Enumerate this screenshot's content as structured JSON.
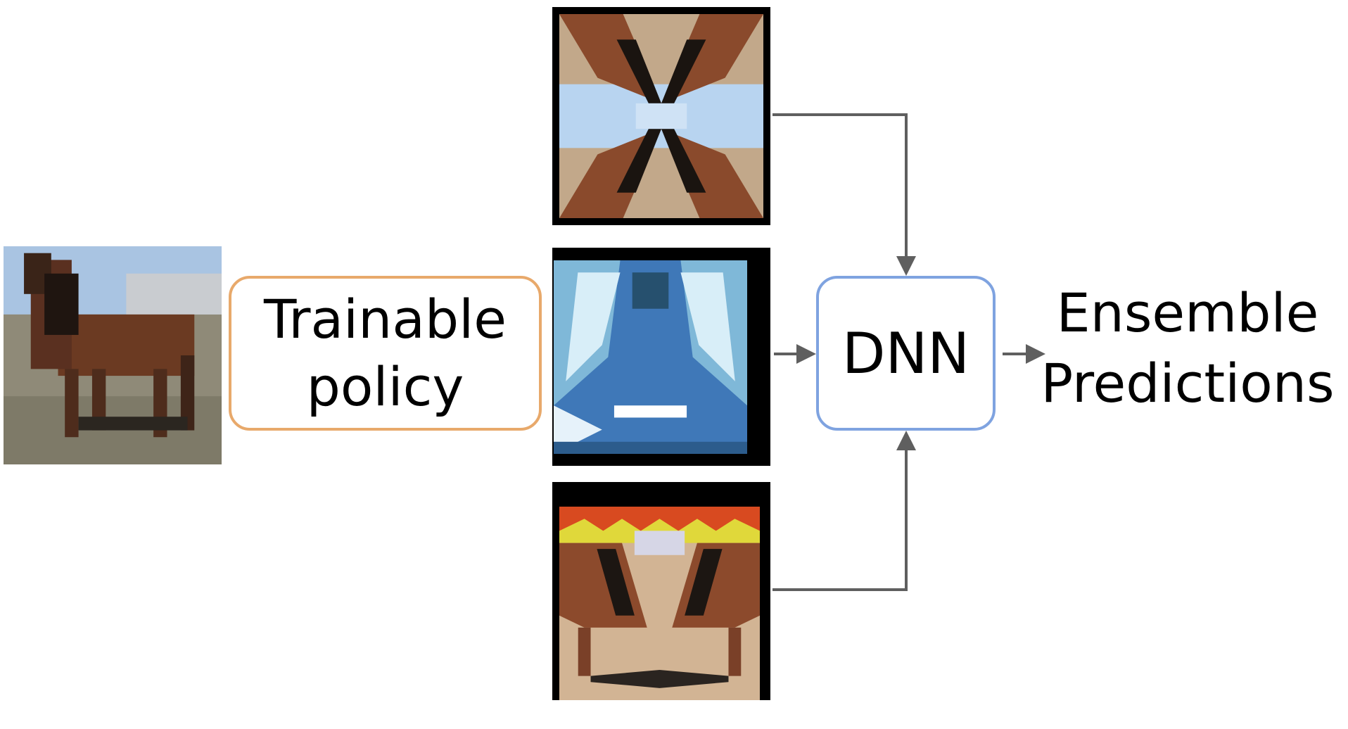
{
  "diagram": {
    "nodes": {
      "input_image": {
        "kind": "image",
        "icon": "horse-image"
      },
      "policy": {
        "label_line1": "Trainable",
        "label_line2": "policy"
      },
      "augmented_top": {
        "kind": "image",
        "icon": "augmented-horse-image"
      },
      "augmented_middle": {
        "kind": "image",
        "icon": "augmented-horse-image"
      },
      "augmented_bottom": {
        "kind": "image",
        "icon": "augmented-horse-image"
      },
      "dnn": {
        "label": "DNN"
      },
      "output": {
        "label_line1": "Ensemble",
        "label_line2": "Predictions"
      }
    },
    "edges": [
      {
        "from": "augmented_top",
        "to": "dnn"
      },
      {
        "from": "augmented_middle",
        "to": "dnn"
      },
      {
        "from": "augmented_bottom",
        "to": "dnn"
      },
      {
        "from": "dnn",
        "to": "output"
      }
    ],
    "colors": {
      "policy_border": "#e8a96b",
      "dnn_border": "#7fa3e0",
      "arrow": "#5f5f5f"
    }
  }
}
